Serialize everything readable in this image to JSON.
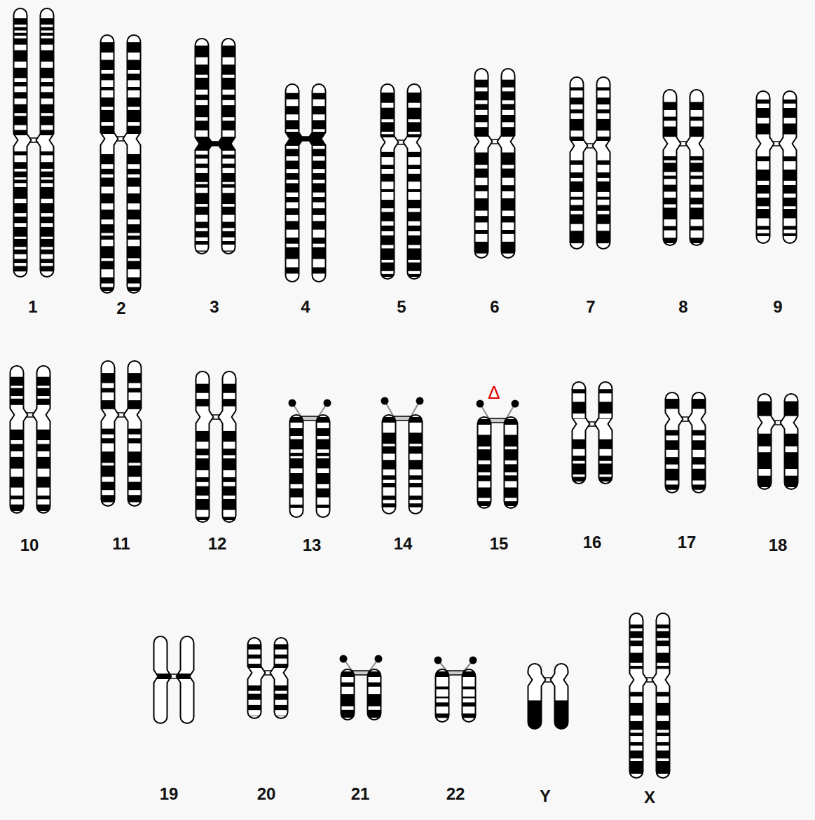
{
  "diagram": {
    "labels": [
      "1",
      "2",
      "3",
      "4",
      "5",
      "6",
      "7",
      "8",
      "9",
      "Δ",
      "10",
      "11",
      "12",
      "13",
      "14",
      "15",
      "16",
      "17",
      "18",
      "19",
      "20",
      "21",
      "22",
      "Y",
      "X"
    ]
  }
}
